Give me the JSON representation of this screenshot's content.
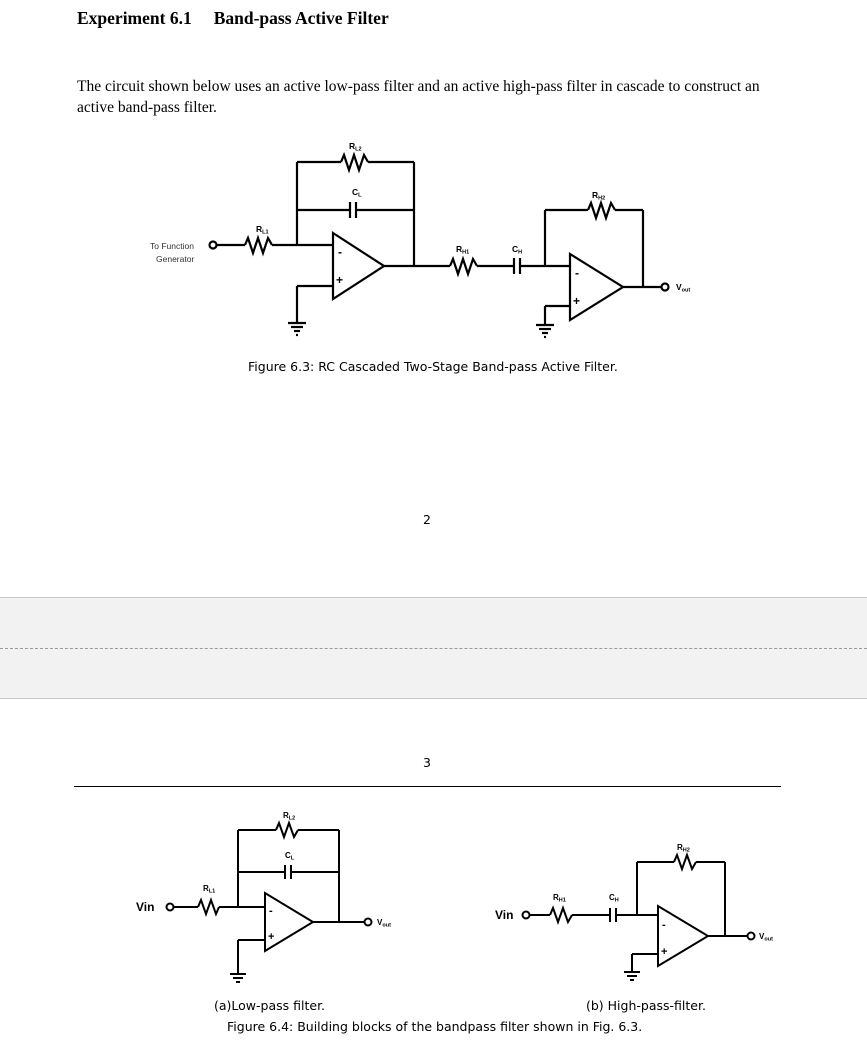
{
  "heading": {
    "number": "Experiment 6.1",
    "title": "Band-pass Active Filter"
  },
  "intro": "The circuit shown below uses an active low-pass filter and an active high-pass filter in cascade to construct an active band-pass filter.",
  "figure63": {
    "caption": "Figure 6.3: RC Cascaded Two-Stage Band-pass Active Filter.",
    "labels": {
      "to_function": "To Function",
      "generator": "Generator",
      "rl1": "R",
      "rl1_sub": "L1",
      "rl2": "R",
      "rl2_sub": "L2",
      "cl": "C",
      "cl_sub": "L",
      "rh1": "R",
      "rh1_sub": "H1",
      "ch": "C",
      "ch_sub": "H",
      "rh2": "R",
      "rh2_sub": "H2",
      "vout": "V",
      "vout_sub": "out",
      "minus": "-",
      "plus": "+"
    }
  },
  "page_numbers": {
    "first": "2",
    "second": "3"
  },
  "figure64": {
    "sub_a": "(a)Low-pass filter.",
    "sub_b": "(b) High-pass-filter.",
    "caption": "Figure 6.4: Building blocks of the bandpass filter shown in Fig. 6.3.",
    "vin": "Vin"
  }
}
